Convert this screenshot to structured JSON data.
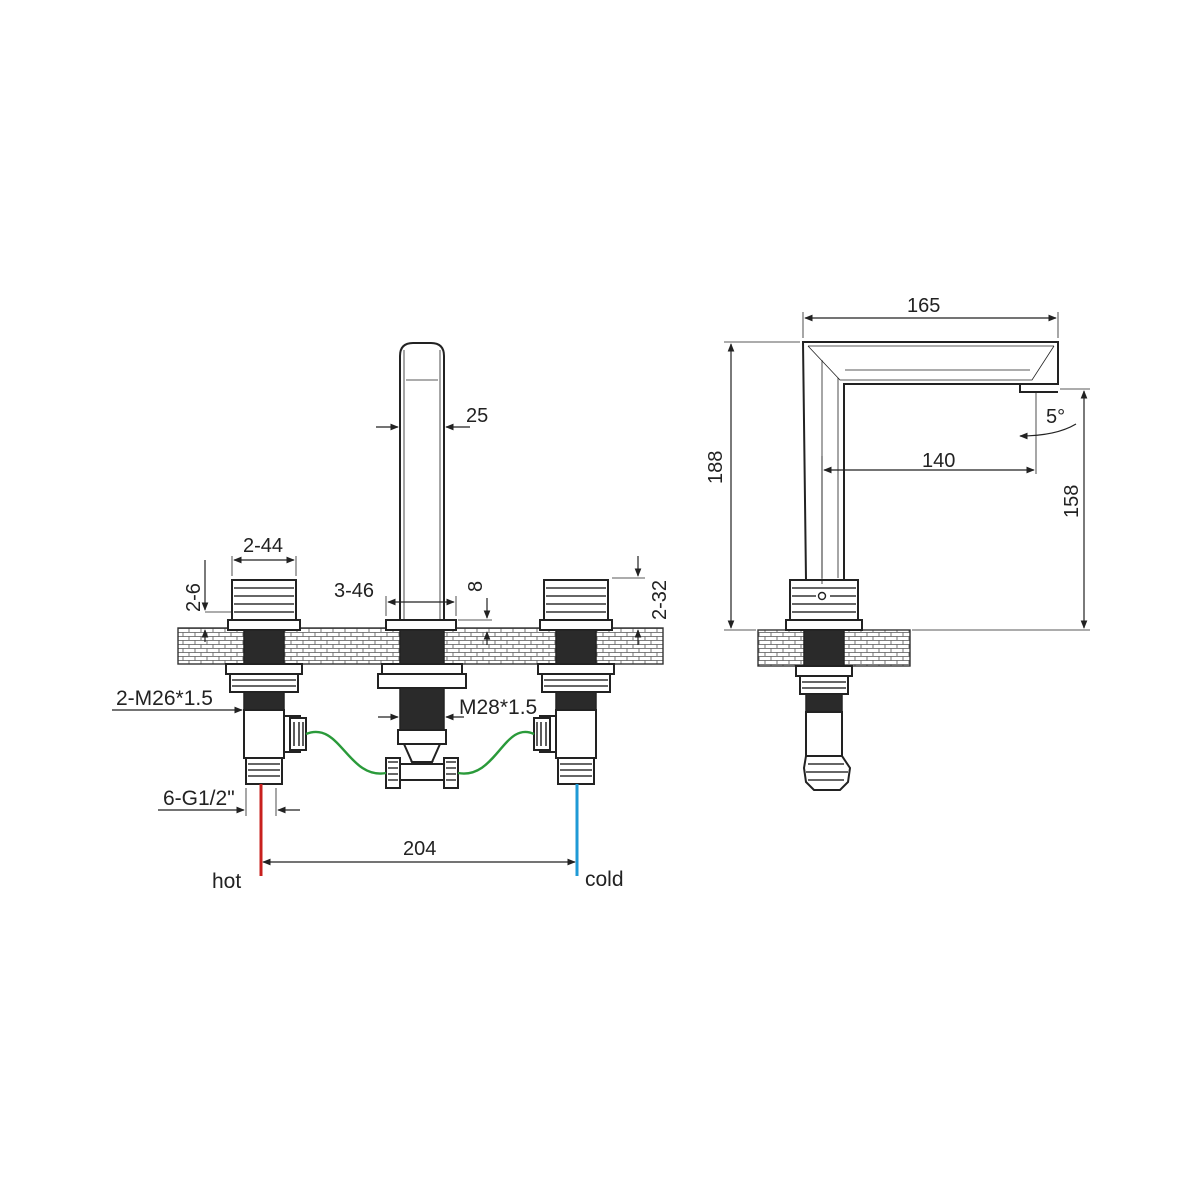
{
  "front_view": {
    "dim_spout_width": "25",
    "dim_handle_diameter": "2-44",
    "dim_handle_height": "2-6",
    "dim_spout_base": "3-46",
    "dim_spout_ring": "8",
    "dim_deck_max": "2-32",
    "dim_handle_thread": "2-M26*1.5",
    "dim_spout_thread": "M28*1.5",
    "dim_inlet_thread": "6-G1/2\"",
    "dim_center_distance": "204",
    "label_hot": "hot",
    "label_cold": "cold"
  },
  "side_view": {
    "dim_reach": "165",
    "dim_total_height": "188",
    "dim_angle": "5°",
    "dim_outlet_reach": "140",
    "dim_outlet_height": "158"
  },
  "colors": {
    "hot_line": "#c8201e",
    "cold_line": "#1f9ad6",
    "hose": "#2a9a3a",
    "counter_hatch": "#555555"
  }
}
